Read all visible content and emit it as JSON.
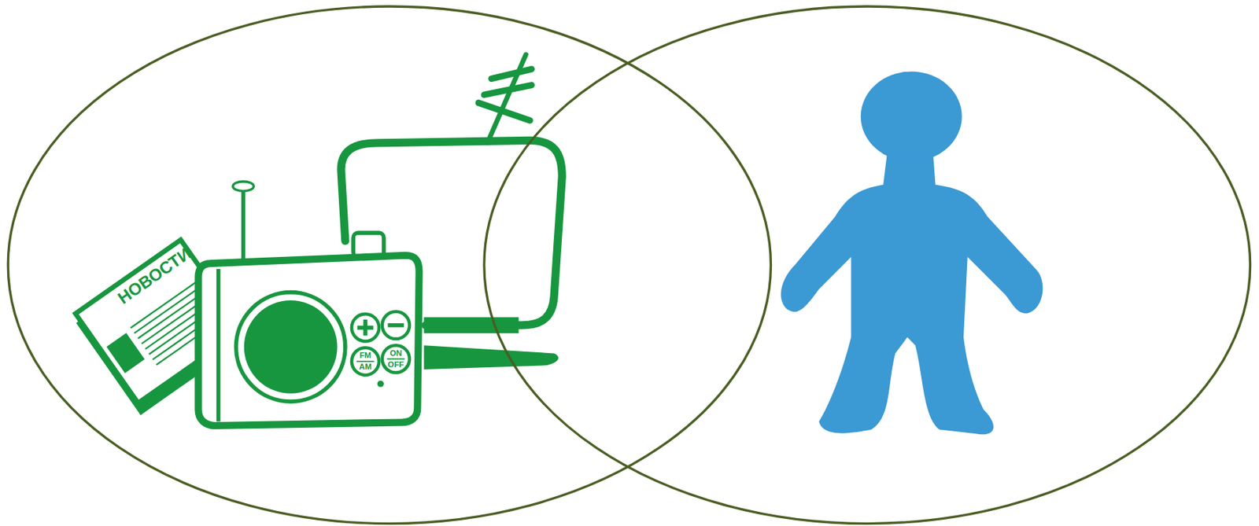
{
  "diagram": {
    "labels": [
      "НОВОСТИ",
      "FM",
      "AM",
      "ON",
      "OFF"
    ]
  }
}
